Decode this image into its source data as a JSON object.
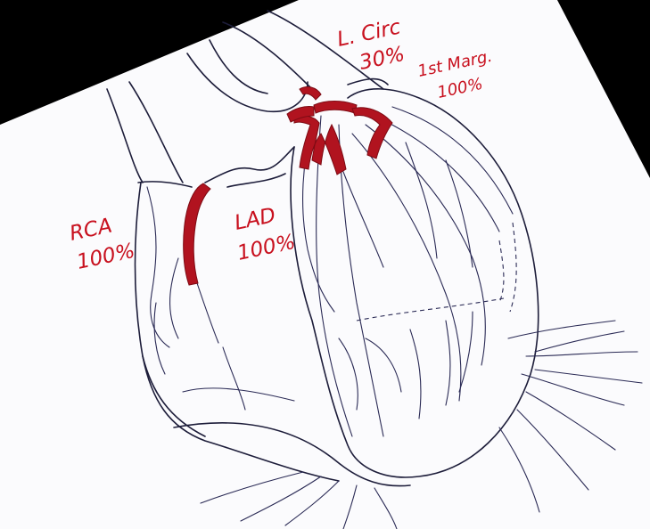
{
  "labels": {
    "rca_name": "RCA",
    "rca_value": "100%",
    "lad_name": "LAD",
    "lad_value": "100%",
    "lcirc_name": "L. Circ",
    "lcirc_value": "30%",
    "marg_name": "1st Marg.",
    "marg_value": "100%"
  },
  "colors": {
    "annotation": "#c8101e",
    "artery": "#b1131f",
    "ink": "#1d1d3a",
    "paper": "#fbfbfd",
    "background": "#000000"
  }
}
